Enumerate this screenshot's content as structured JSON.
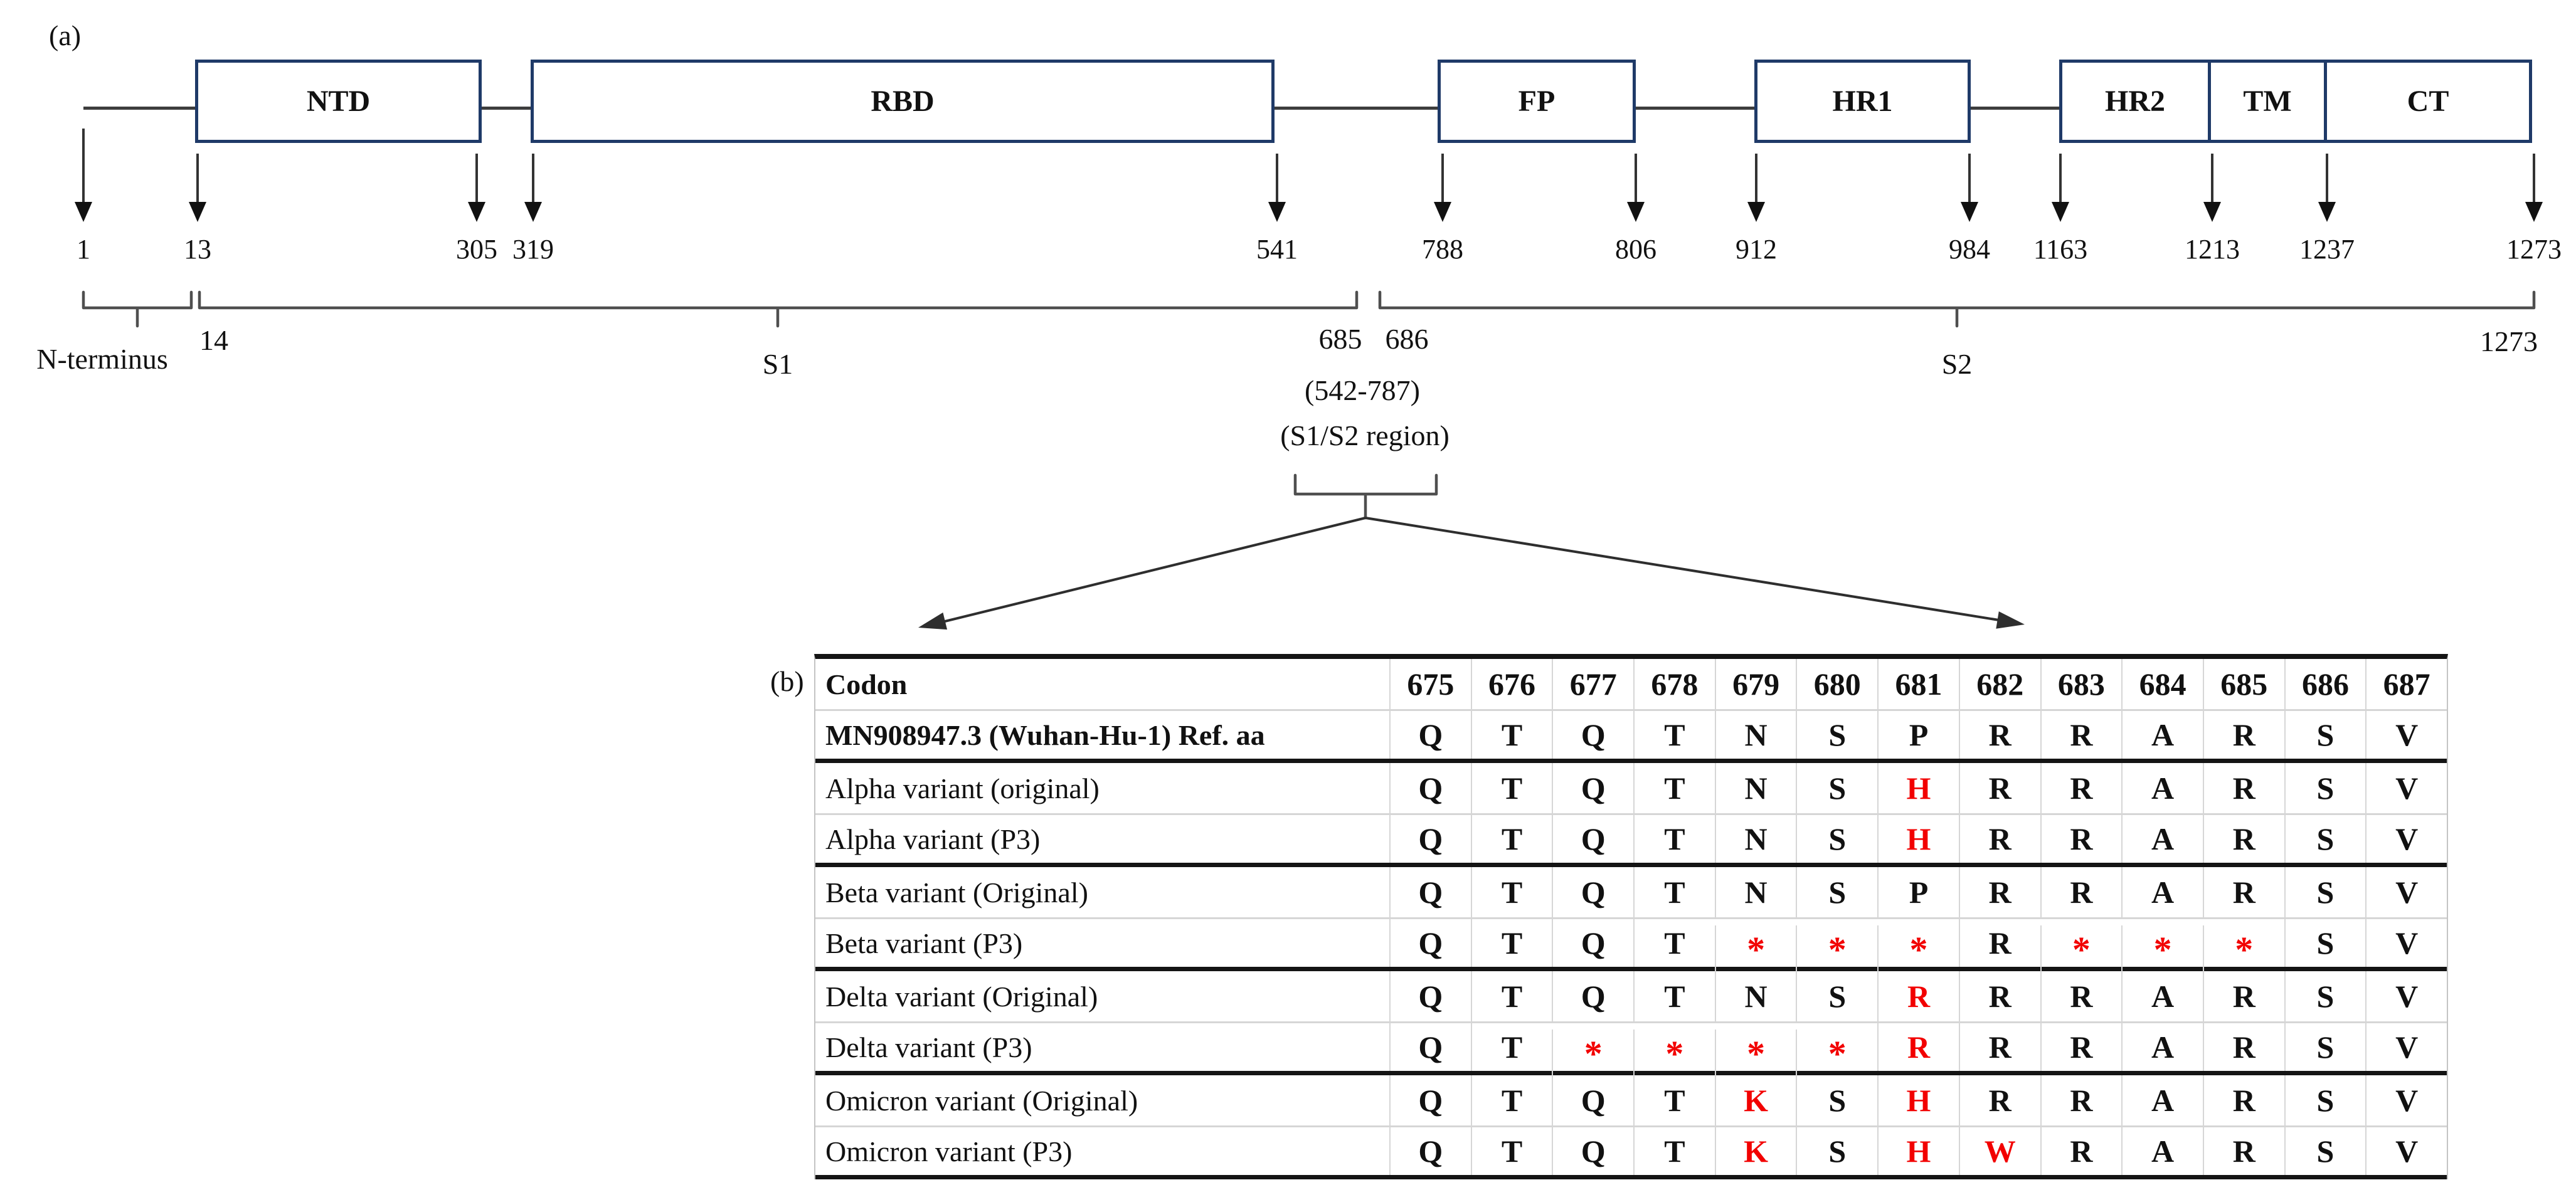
{
  "colors": {
    "domain_border": "#1f3a68",
    "mutation": "#f20000",
    "diagram_line": "#3d3d3d"
  },
  "panel_a": {
    "tag": "(a)",
    "domains": [
      "NTD",
      "RBD",
      "FP",
      "HR1",
      "HR2",
      "TM",
      "CT"
    ],
    "residue_markers": [
      "1",
      "13",
      "305",
      "319",
      "541",
      "788",
      "806",
      "912",
      "984",
      "1163",
      "1213",
      "1237",
      "1273"
    ],
    "regions": {
      "n_terminus_label": "N-terminus",
      "s1_start": "14",
      "s1_label": "S1",
      "s1_end": "685",
      "s2_start": "686",
      "s2_label": "S2",
      "s2_end": "1273",
      "cleavage_range": "(542-787)",
      "cleavage_label": "(S1/S2 region)"
    }
  },
  "panel_b": {
    "tag": "(b)",
    "header_first": "Codon",
    "codons": [
      "675",
      "676",
      "677",
      "678",
      "679",
      "680",
      "681",
      "682",
      "683",
      "684",
      "685",
      "686",
      "687"
    ],
    "rows": [
      {
        "label": "MN908947.3 (Wuhan-Hu-1) Ref. aa",
        "bold": true,
        "cells": [
          {
            "v": "Q"
          },
          {
            "v": "T"
          },
          {
            "v": "Q"
          },
          {
            "v": "T"
          },
          {
            "v": "N"
          },
          {
            "v": "S"
          },
          {
            "v": "P"
          },
          {
            "v": "R"
          },
          {
            "v": "R"
          },
          {
            "v": "A"
          },
          {
            "v": "R"
          },
          {
            "v": "S"
          },
          {
            "v": "V"
          }
        ]
      },
      {
        "label": "Alpha variant (original)",
        "cells": [
          {
            "v": "Q"
          },
          {
            "v": "T"
          },
          {
            "v": "Q"
          },
          {
            "v": "T"
          },
          {
            "v": "N"
          },
          {
            "v": "S"
          },
          {
            "v": "H",
            "red": true
          },
          {
            "v": "R"
          },
          {
            "v": "R"
          },
          {
            "v": "A"
          },
          {
            "v": "R"
          },
          {
            "v": "S"
          },
          {
            "v": "V"
          }
        ]
      },
      {
        "label": "Alpha variant (P3)",
        "cells": [
          {
            "v": "Q"
          },
          {
            "v": "T"
          },
          {
            "v": "Q"
          },
          {
            "v": "T"
          },
          {
            "v": "N"
          },
          {
            "v": "S"
          },
          {
            "v": "H",
            "red": true
          },
          {
            "v": "R"
          },
          {
            "v": "R"
          },
          {
            "v": "A"
          },
          {
            "v": "R"
          },
          {
            "v": "S"
          },
          {
            "v": "V"
          }
        ]
      },
      {
        "label": "Beta variant (Original)",
        "cells": [
          {
            "v": "Q"
          },
          {
            "v": "T"
          },
          {
            "v": "Q"
          },
          {
            "v": "T"
          },
          {
            "v": "N"
          },
          {
            "v": "S"
          },
          {
            "v": "P"
          },
          {
            "v": "R"
          },
          {
            "v": "R"
          },
          {
            "v": "A"
          },
          {
            "v": "R"
          },
          {
            "v": "S"
          },
          {
            "v": "V"
          }
        ]
      },
      {
        "label": "Beta variant (P3)",
        "cells": [
          {
            "v": "Q"
          },
          {
            "v": "T"
          },
          {
            "v": "Q"
          },
          {
            "v": "T"
          },
          {
            "v": "*",
            "red": true,
            "ast": true
          },
          {
            "v": "*",
            "red": true,
            "ast": true
          },
          {
            "v": "*",
            "red": true,
            "ast": true
          },
          {
            "v": "R"
          },
          {
            "v": "*",
            "red": true,
            "ast": true
          },
          {
            "v": "*",
            "red": true,
            "ast": true
          },
          {
            "v": "*",
            "red": true,
            "ast": true
          },
          {
            "v": "S"
          },
          {
            "v": "V"
          }
        ]
      },
      {
        "label": "Delta variant (Original)",
        "cells": [
          {
            "v": "Q"
          },
          {
            "v": "T"
          },
          {
            "v": "Q"
          },
          {
            "v": "T"
          },
          {
            "v": "N"
          },
          {
            "v": "S"
          },
          {
            "v": "R",
            "red": true
          },
          {
            "v": "R"
          },
          {
            "v": "R"
          },
          {
            "v": "A"
          },
          {
            "v": "R"
          },
          {
            "v": "S"
          },
          {
            "v": "V"
          }
        ]
      },
      {
        "label": "Delta variant (P3)",
        "cells": [
          {
            "v": "Q"
          },
          {
            "v": "T"
          },
          {
            "v": "*",
            "red": true,
            "ast": true
          },
          {
            "v": "*",
            "red": true,
            "ast": true
          },
          {
            "v": "*",
            "red": true,
            "ast": true
          },
          {
            "v": "*",
            "red": true,
            "ast": true
          },
          {
            "v": "R",
            "red": true
          },
          {
            "v": "R"
          },
          {
            "v": "R"
          },
          {
            "v": "A"
          },
          {
            "v": "R"
          },
          {
            "v": "S"
          },
          {
            "v": "V"
          }
        ]
      },
      {
        "label": "Omicron variant (Original)",
        "cells": [
          {
            "v": "Q"
          },
          {
            "v": "T"
          },
          {
            "v": "Q"
          },
          {
            "v": "T"
          },
          {
            "v": "K",
            "red": true
          },
          {
            "v": "S"
          },
          {
            "v": "H",
            "red": true
          },
          {
            "v": "R"
          },
          {
            "v": "R"
          },
          {
            "v": "A"
          },
          {
            "v": "R"
          },
          {
            "v": "S"
          },
          {
            "v": "V"
          }
        ]
      },
      {
        "label": "Omicron variant (P3)",
        "cells": [
          {
            "v": "Q"
          },
          {
            "v": "T"
          },
          {
            "v": "Q"
          },
          {
            "v": "T"
          },
          {
            "v": "K",
            "red": true
          },
          {
            "v": "S"
          },
          {
            "v": "H",
            "red": true
          },
          {
            "v": "W",
            "red": true
          },
          {
            "v": "R"
          },
          {
            "v": "A"
          },
          {
            "v": "R"
          },
          {
            "v": "S"
          },
          {
            "v": "V"
          }
        ]
      }
    ]
  }
}
